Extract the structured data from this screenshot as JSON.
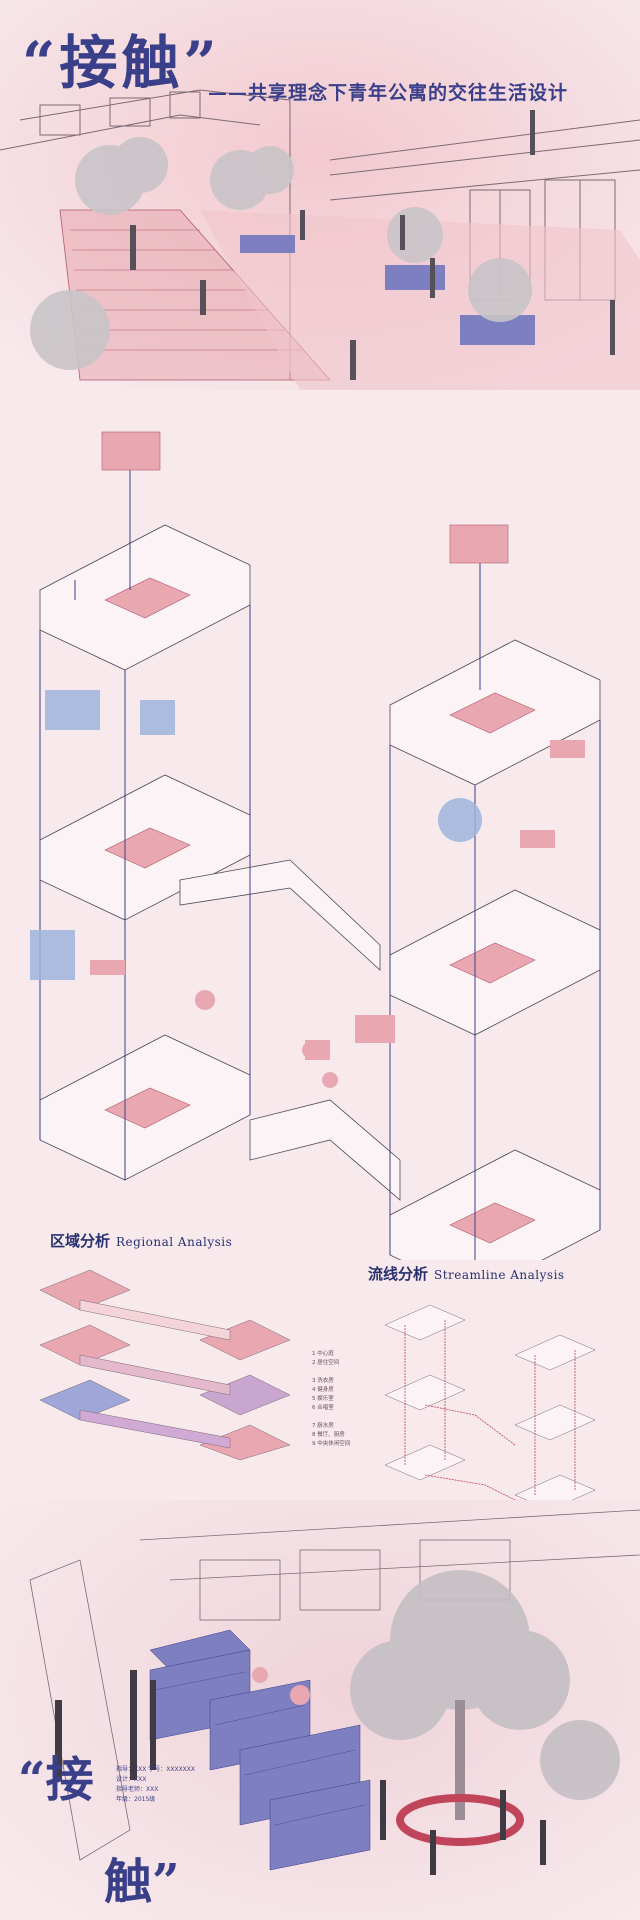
{
  "header": {
    "title": "“接触”",
    "subtitle": "——共享理念下青年公寓的交往生活设计"
  },
  "sections": {
    "regional": {
      "zh": "区域分析",
      "en": "Regional Analysis"
    },
    "streamline": {
      "zh": "流线分析",
      "en": "Streamline Analysis"
    }
  },
  "legend": [
    "1 中心庭",
    "2 居住空间",
    "",
    "3 洗衣房",
    "4 健身房",
    "5 娱乐室",
    "6 合唱室",
    "",
    "7 厨水房",
    "8 餐厅、厨房",
    "9 中央休闲空间"
  ],
  "credits": [
    "指导：XXX 学号：XXXXXXX",
    "设计：XXX",
    "指导老师：XXX",
    "年级：2015级"
  ],
  "footer": {
    "quote_open": "“接",
    "quote_close": "触”"
  },
  "colors": {
    "navy": "#3a3f8a",
    "pink": "#e8a7b1",
    "background": "#f7e9ec"
  }
}
